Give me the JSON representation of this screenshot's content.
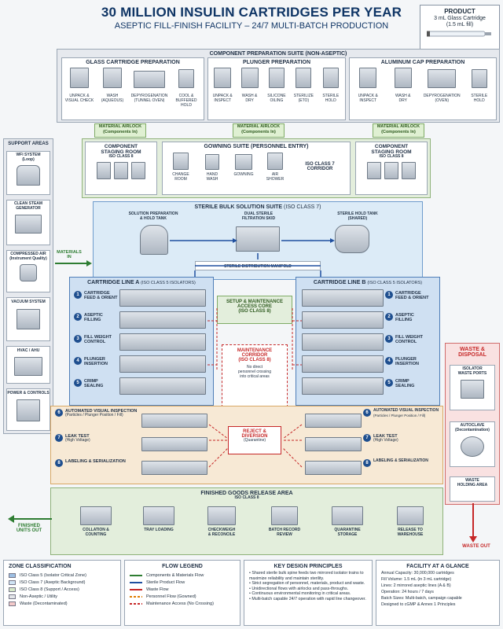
{
  "header": {
    "title": "30 MILLION INSULIN CARTRIDGES PER YEAR",
    "subtitle": "ASEPTIC FILL-FINISH FACILITY – 24/7 MULTI-BATCH PRODUCTION"
  },
  "product": {
    "heading": "PRODUCT",
    "line1": "3 mL Glass Cartridge",
    "line2": "(1.5 mL fill)"
  },
  "prep_suite": {
    "title": "COMPONENT PREPARATION SUITE (NON-ASEPTIC)",
    "glass": {
      "title": "GLASS CARTRIDGE PREPARATION",
      "steps": [
        "UNPACK &\nVISUAL CHECK",
        "WASH\n(AQUEOUS)",
        "DEPYROGENATION\n(TUNNEL OVEN)",
        "COOL &\nBUFFERED HOLD"
      ]
    },
    "plunger": {
      "title": "PLUNGER PREPARATION",
      "steps": [
        "UNPACK &\nINSPECT",
        "WASH &\nDRY",
        "SILICONE\nOILING",
        "STERILIZE\n(ETO)",
        "STERILE\nHOLD"
      ]
    },
    "alucap": {
      "title": "ALUMINUM CAP PREPARATION",
      "steps": [
        "UNPACK &\nINSPECT",
        "WASH &\nDRY",
        "DEPYROGENATION\n(OVEN)",
        "STERILE\nHOLD"
      ]
    }
  },
  "airlocks": [
    "MATERIAL AIRLOCK\n(Components In)",
    "MATERIAL AIRLOCK\n(Components In)",
    "MATERIAL AIRLOCK\n(Components In)"
  ],
  "support": {
    "title": "SUPPORT AREAS",
    "items": [
      "WFI SYSTEM\n(Loop)",
      "CLEAN STEAM\nGENERATOR",
      "COMPRESSED AIR\n(Instrument Quality)",
      "VACUUM SYSTEM",
      "HVAC / AHU",
      "POWER & CONTROLS"
    ]
  },
  "staging_left": {
    "title": "COMPONENT\nSTAGING ROOM",
    "class": "ISO CLASS 8"
  },
  "staging_right": {
    "title": "COMPONENT\nSTAGING ROOM",
    "class": "ISO CLASS 8"
  },
  "gowning": {
    "title": "GOWNING SUITE (PERSONNEL ENTRY)",
    "steps": [
      "CHANGE\nROOM",
      "HAND\nWASH",
      "GOWNING",
      "AIR\nSHOWER"
    ],
    "corridor": "ISO CLASS 7\nCORRIDOR"
  },
  "materials_in": "MATERIALS\nIN",
  "bulk_suite": {
    "title": "STERILE BULK SOLUTION SUITE",
    "class": "(ISO CLASS 7)",
    "prep": "SOLUTION PREPARATION\n& HOLD TANK",
    "filtration": "DUAL STERILE\nFILTRATION SKID",
    "hold": "STERILE HOLD TANK\n(SHARED)",
    "manifold": "STERILE DISTRIBUTION MANIFOLD"
  },
  "line_a": {
    "title": "CARTRIDGE LINE A",
    "class": "(ISO CLASS 5 ISOLATORS)",
    "steps": [
      "CARTRIDGE\nFEED & ORIENT",
      "ASEPTIC\nFILLING",
      "FILL WEIGHT\nCONTROL",
      "PLUNGER\nINSERTION",
      "CRIMP\nSEALING"
    ]
  },
  "line_b": {
    "title": "CARTRIDGE LINE B",
    "class": "(ISO CLASS 5 ISOLATORS)",
    "steps": [
      "CARTRIDGE\nFEED & ORIENT",
      "ASEPTIC\nFILLING",
      "FILL WEIGHT\nCONTROL",
      "PLUNGER\nINSERTION",
      "CRIMP\nSEALING"
    ]
  },
  "setup_core": "SETUP & MAINTENANCE\nACCESS CORE\n(ISO CLASS 8)",
  "maint_corridor": {
    "title": "MAINTENANCE\nCORRIDOR\n(ISO CLASS 8)",
    "note": "No direct\npersonnel crossing\ninto critical areas"
  },
  "post_a": [
    {
      "n": "6",
      "title": "AUTOMATED VISUAL INSPECTION",
      "sub": "(Particles / Plunger Position / Fill)"
    },
    {
      "n": "7",
      "title": "LEAK TEST",
      "sub": "(High Voltage)"
    },
    {
      "n": "8",
      "title": "LABELING & SERIALIZATION",
      "sub": ""
    }
  ],
  "post_b": [
    {
      "n": "6",
      "title": "AUTOMATED VISUAL INSPECTION",
      "sub": "(Particles / Plunger Position / Fill)"
    },
    {
      "n": "7",
      "title": "LEAK TEST",
      "sub": "(High Voltage)"
    },
    {
      "n": "8",
      "title": "LABELING & SERIALIZATION",
      "sub": ""
    }
  ],
  "reject": {
    "title": "REJECT &\nDIVERSION",
    "sub": "(Quarantine)"
  },
  "waste": {
    "title": "WASTE &\nDISPOSAL",
    "items": [
      "ISOLATOR\nWASTE PORTS",
      "AUTOCLAVE\n(Decontamination)",
      "WASTE\nHOLDING AREA"
    ],
    "out": "WASTE OUT"
  },
  "release": {
    "title": "FINISHED GOODS RELEASE AREA",
    "class": "ISO CLASS 8",
    "steps": [
      "COLLATION &\nCOUNTING",
      "TRAY LOADING",
      "CHECKWEIGH\n& RECONCILE",
      "BATCH RECORD\nREVIEW",
      "QUARANTINE\nSTORAGE",
      "RELEASE TO\nWAREHOUSE"
    ]
  },
  "finished_out": "FINISHED\nUNITS OUT",
  "zone_legend": {
    "title": "ZONE CLASSIFICATION",
    "items": [
      {
        "label": "ISO Class 5 (Isolator Critical Zone)",
        "color": "#9dbfe3"
      },
      {
        "label": "ISO Class 7 (Aseptic Background)",
        "color": "#cfe3f4"
      },
      {
        "label": "ISO Class 8 (Support / Access)",
        "color": "#d6e8c8"
      },
      {
        "label": "Non-Aseptic / Utility",
        "color": "#e3e5e8"
      },
      {
        "label": "Waste (Decontaminated)",
        "color": "#f3c9c9"
      }
    ]
  },
  "flow_legend": {
    "title": "FLOW LEGEND",
    "items": [
      {
        "label": "Components & Materials Flow",
        "color": "#2e7d32",
        "style": "solid"
      },
      {
        "label": "Sterile Product Flow",
        "color": "#1f4f9f",
        "style": "solid"
      },
      {
        "label": "Waste Flow",
        "color": "#c62828",
        "style": "solid"
      },
      {
        "label": "Personnel Flow (Gowned)",
        "color": "#e07b00",
        "style": "dashed"
      },
      {
        "label": "Maintenance Access (No Crossing)",
        "color": "#c62828",
        "style": "dashed"
      }
    ]
  },
  "principles": {
    "title": "KEY DESIGN PRINCIPLES",
    "items": [
      "Shared sterile bulk spine feeds two mirrored isolator trains to maximize reliability and maintain sterility.",
      "Strict segregation of personnel, materials, product and waste.",
      "Unidirectional flows with airlocks and pass-throughs.",
      "Continuous environmental monitoring in critical areas.",
      "Multi-batch capable 24/7 operation with rapid line changeover."
    ]
  },
  "glance": {
    "title": "FACILITY AT A GLANCE",
    "items": [
      "Annual Capacity: 30,000,000 cartridges",
      "Fill Volume: 1.5 mL (in 3 mL cartridge)",
      "Lines: 2 mirrored aseptic lines (A & B)",
      "Operation: 24 hours / 7 days",
      "Batch Sizes: Multi-batch, campaign capable",
      "Designed to cGMP & Annex 1 Principles"
    ]
  }
}
